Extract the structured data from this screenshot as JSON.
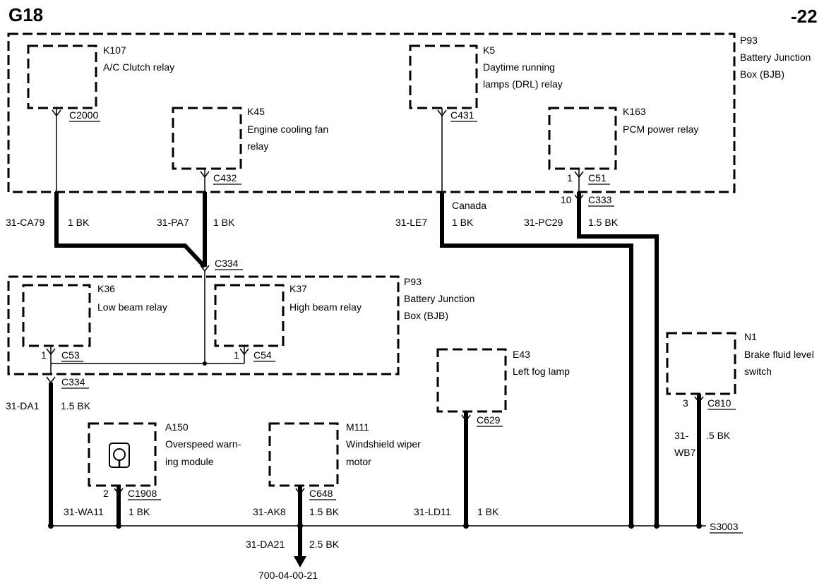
{
  "header": {
    "page_id": "G18",
    "page_num": "-22"
  },
  "components": {
    "p93_top": {
      "id": "P93",
      "name_line1": "Battery Junction",
      "name_line2": "Box (BJB)"
    },
    "p93_mid": {
      "id": "P93",
      "name_line1": "Battery Junction",
      "name_line2": "Box (BJB)"
    },
    "k107": {
      "id": "K107",
      "name": "A/C Clutch relay",
      "connector": "C2000"
    },
    "k45": {
      "id": "K45",
      "name_line1": "Engine cooling fan",
      "name_line2": "relay",
      "connector": "C432"
    },
    "k5": {
      "id": "K5",
      "name_line1": "Daytime running",
      "name_line2": "lamps (DRL) relay",
      "connector": "C431"
    },
    "k163": {
      "id": "K163",
      "name": "PCM power relay",
      "pin": "1",
      "connector": "C51"
    },
    "k36": {
      "id": "K36",
      "name": "Low beam relay",
      "pin": "1",
      "connector": "C53"
    },
    "k37": {
      "id": "K37",
      "name": "High beam relay",
      "pin": "1",
      "connector": "C54"
    },
    "e43": {
      "id": "E43",
      "name": "Left fog lamp",
      "connector": "C629"
    },
    "n1": {
      "id": "N1",
      "name_line1": "Brake fluid level",
      "name_line2": "switch",
      "pin": "3",
      "connector": "C810"
    },
    "a150": {
      "id": "A150",
      "name_line1": "Overspeed warn-",
      "name_line2": "ing module",
      "pin": "2",
      "connector": "C1908"
    },
    "m111": {
      "id": "M111",
      "name_line1": "Windshield wiper",
      "name_line2": "motor",
      "connector": "C648"
    }
  },
  "connectors": {
    "c334_top": "C334",
    "c334_bottom": "C334",
    "c333": "C333",
    "c333_pin": "10"
  },
  "wires": {
    "ca79": {
      "circuit": "31-CA79",
      "gauge": "1 BK"
    },
    "pa7": {
      "circuit": "31-PA7",
      "gauge": "1 BK"
    },
    "le7": {
      "circuit": "31-LE7",
      "gauge": "1 BK",
      "note": "Canada"
    },
    "pc29": {
      "circuit": "31-PC29",
      "gauge": "1.5 BK"
    },
    "da1": {
      "circuit": "31-DA1",
      "gauge": "1.5 BK"
    },
    "wa11": {
      "circuit": "31-WA11",
      "gauge": "1 BK"
    },
    "ak8": {
      "circuit": "31-AK8",
      "gauge": "1.5 BK"
    },
    "ld11": {
      "circuit": "31-LD11",
      "gauge": "1 BK"
    },
    "wb7": {
      "circuit_line1": "31-",
      "circuit_line2": "WB7",
      "gauge": ".5 BK"
    },
    "da21": {
      "circuit": "31-DA21",
      "gauge": "2.5 BK"
    }
  },
  "splice": "S3003",
  "ground_ref": "700-04-00-21"
}
